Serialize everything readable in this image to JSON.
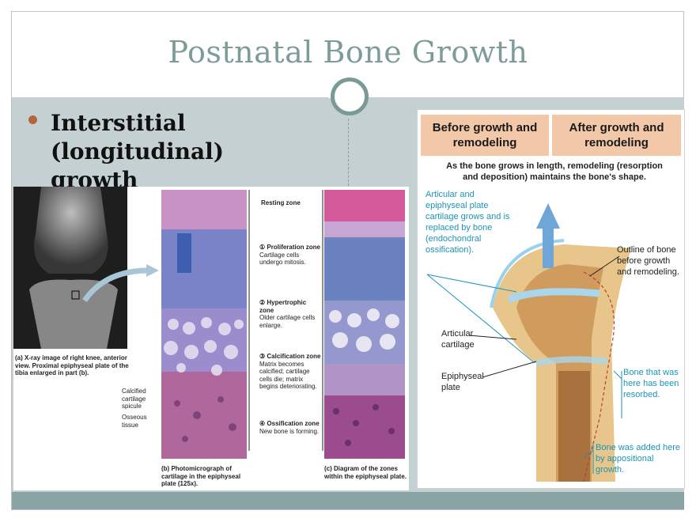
{
  "slide": {
    "title": "Postnatal Bone Growth",
    "bullet": "Interstitial (longitudinal) growth",
    "colors": {
      "title": "#7e9c97",
      "band": "#c5d0d2",
      "bottom_band": "#8aa3a5",
      "bullet": "#b5643c",
      "accent_teal": "#1a95b5",
      "header_bg": "#f3c8a8"
    }
  },
  "figure_left": {
    "caption_a": "(a) X-ray image of right knee, anterior view. Proximal epiphyseal plate of the tibia enlarged in part (b).",
    "caption_b": "(b) Photomicrograph of cartilage in the epiphyseal plate (125x).",
    "caption_c": "(c) Diagram of the zones within the epiphyseal plate.",
    "side_labels": [
      "Calcified cartilage spicule",
      "Osseous tissue"
    ],
    "zones": [
      {
        "title": "Resting zone",
        "desc": ""
      },
      {
        "num": "①",
        "title": "Proliferation zone",
        "desc": "Cartilage cells undergo mitosis."
      },
      {
        "num": "②",
        "title": "Hypertrophic zone",
        "desc": "Older cartilage cells enlarge."
      },
      {
        "num": "③",
        "title": "Calcification zone",
        "desc": "Matrix becomes calcified; cartilage cells die; matrix begins deteriorating."
      },
      {
        "num": "④",
        "title": "Ossification zone",
        "desc": "New bone is forming."
      }
    ]
  },
  "figure_right": {
    "header_before": "Before growth and remodeling",
    "header_after": "After growth and remodeling",
    "subtitle": "As the bone grows in length, remodeling (resorption and deposition) maintains the bone's shape.",
    "labels": {
      "articular_plate": "Articular and epiphyseal plate cartilage grows and is replaced by bone (endochondral ossification).",
      "articular_cartilage": "Articular cartilage",
      "epiphyseal_plate": "Epiphyseal plate",
      "outline": "Outline of bone before growth and remodeling.",
      "resorbed": "Bone that was here has been resorbed.",
      "added": "Bone was added here by appositional growth."
    }
  }
}
